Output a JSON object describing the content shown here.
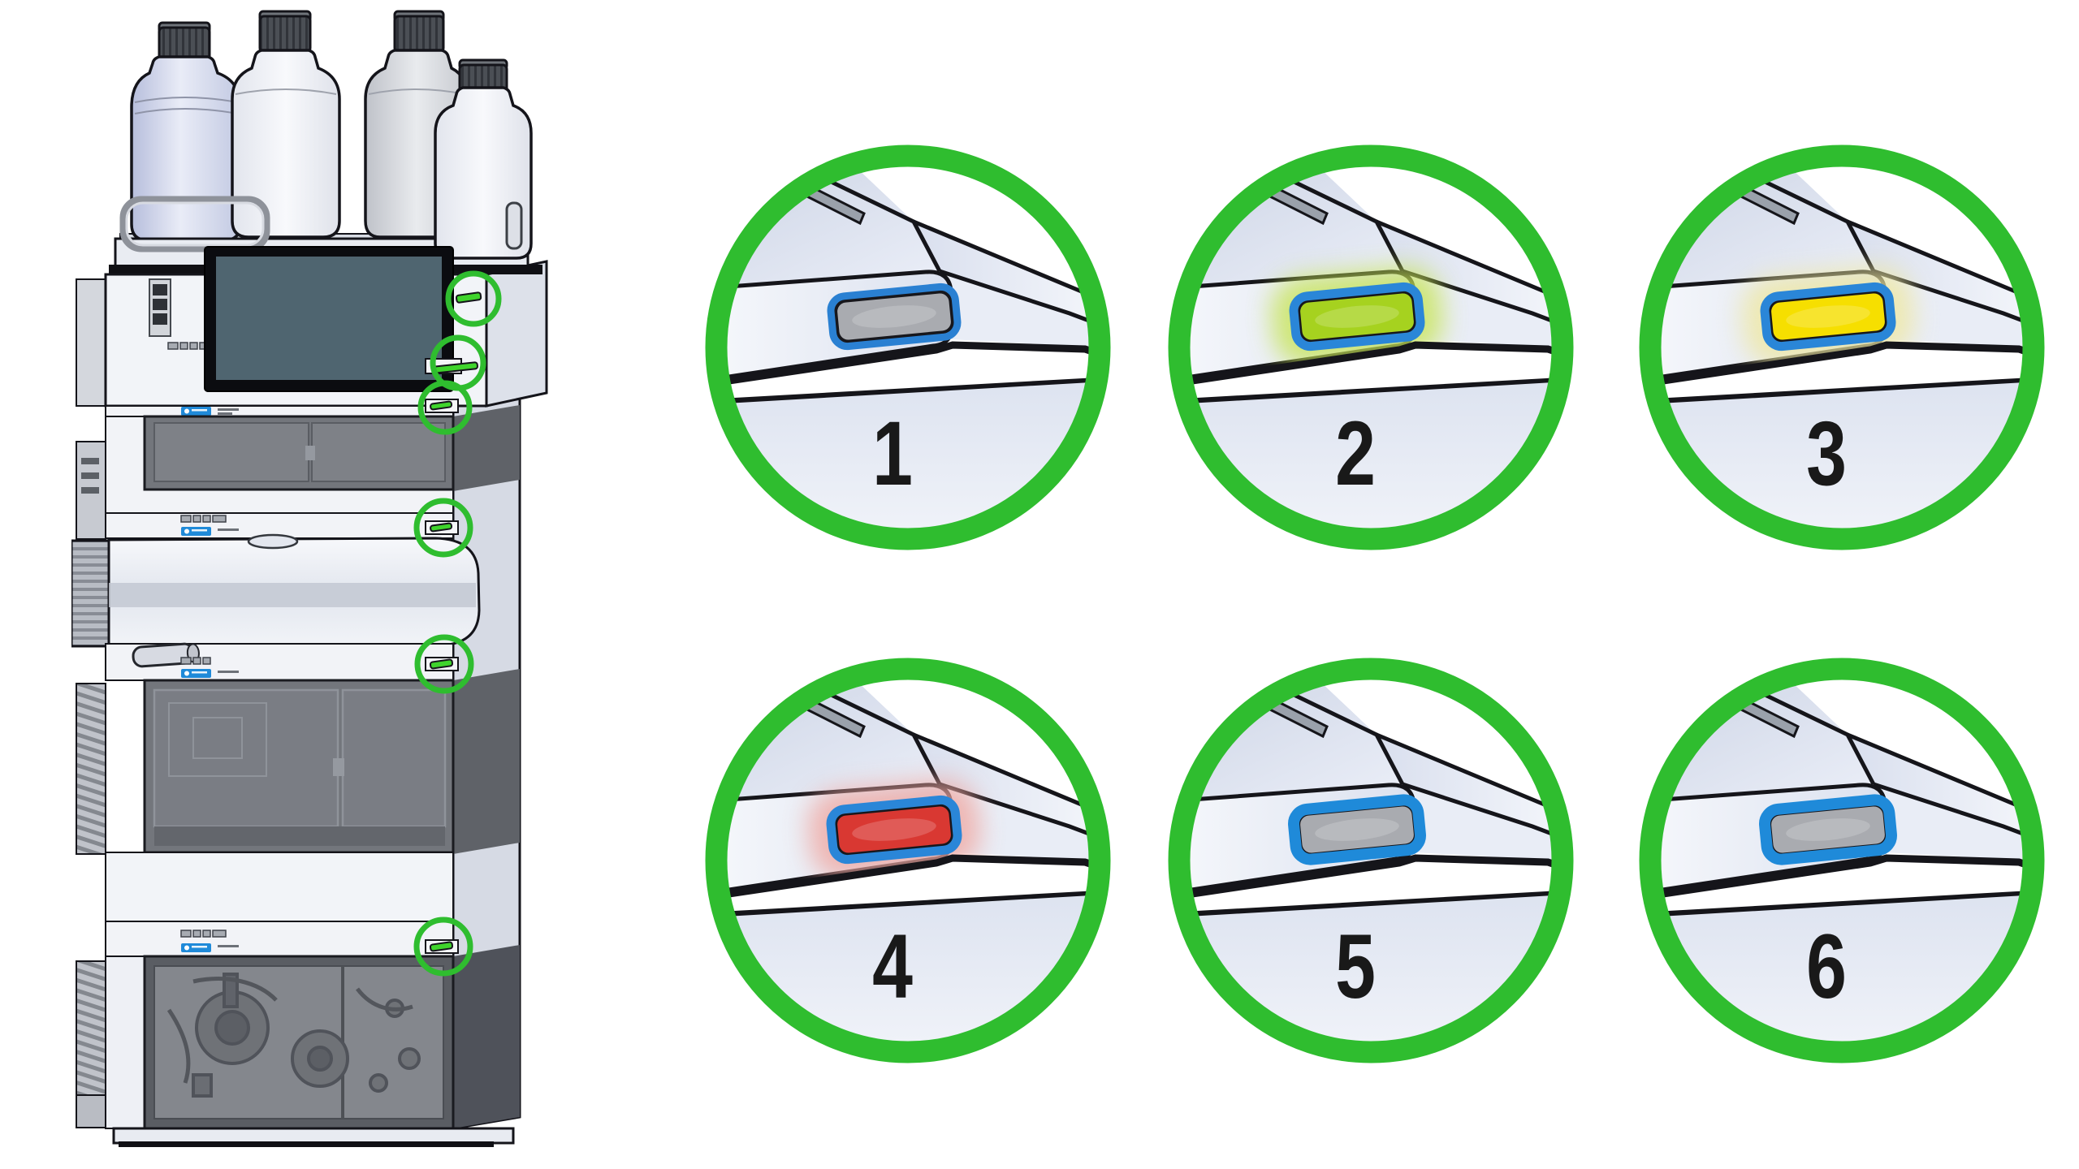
{
  "figure": {
    "type": "instrument-status-lamp-diagram",
    "background": "#ffffff"
  },
  "palette": {
    "annotation_green": "#2fbd2f",
    "badge_blue": "#1f8ad9",
    "stack_lamp_green": "#3fd42c",
    "screen_color": "#4f6570",
    "module_light": "#f2f4f8",
    "module_dark": "#73767c",
    "outline_black": "#14141a"
  },
  "instrument": {
    "name": "hplc-module-stack-with-solvent-bottles",
    "annotated_lamp_count": 6,
    "stack_lamp_color": "#3fd42c"
  },
  "callouts": [
    {
      "number": "1",
      "state": "lamp-off-gray",
      "lamp_fill": "#a9abb0",
      "glow_color": "none",
      "border_color": "#2a80d2",
      "border_width": 9
    },
    {
      "number": "2",
      "state": "lamp-green-on",
      "lamp_fill": "#a6d21f",
      "glow_color": "#c8e557",
      "border_color": "#2a86d8",
      "border_width": 11
    },
    {
      "number": "3",
      "state": "lamp-yellow-on",
      "lamp_fill": "#f6df00",
      "glow_color": "#efe8a2",
      "border_color": "#2a86d8",
      "border_width": 11
    },
    {
      "number": "4",
      "state": "lamp-red-on",
      "lamp_fill": "#d93832",
      "glow_color": "#f0a8a2",
      "border_color": "#2a86d8",
      "border_width": 11
    },
    {
      "number": "5",
      "state": "lamp-gray-blue-ring",
      "lamp_fill": "#a9abb0",
      "glow_color": "none",
      "border_color": "#1f8ad9",
      "border_width": 14
    },
    {
      "number": "6",
      "state": "lamp-gray-blue-ring",
      "lamp_fill": "#a9abb0",
      "glow_color": "none",
      "border_color": "#1f8ad9",
      "border_width": 14
    }
  ]
}
